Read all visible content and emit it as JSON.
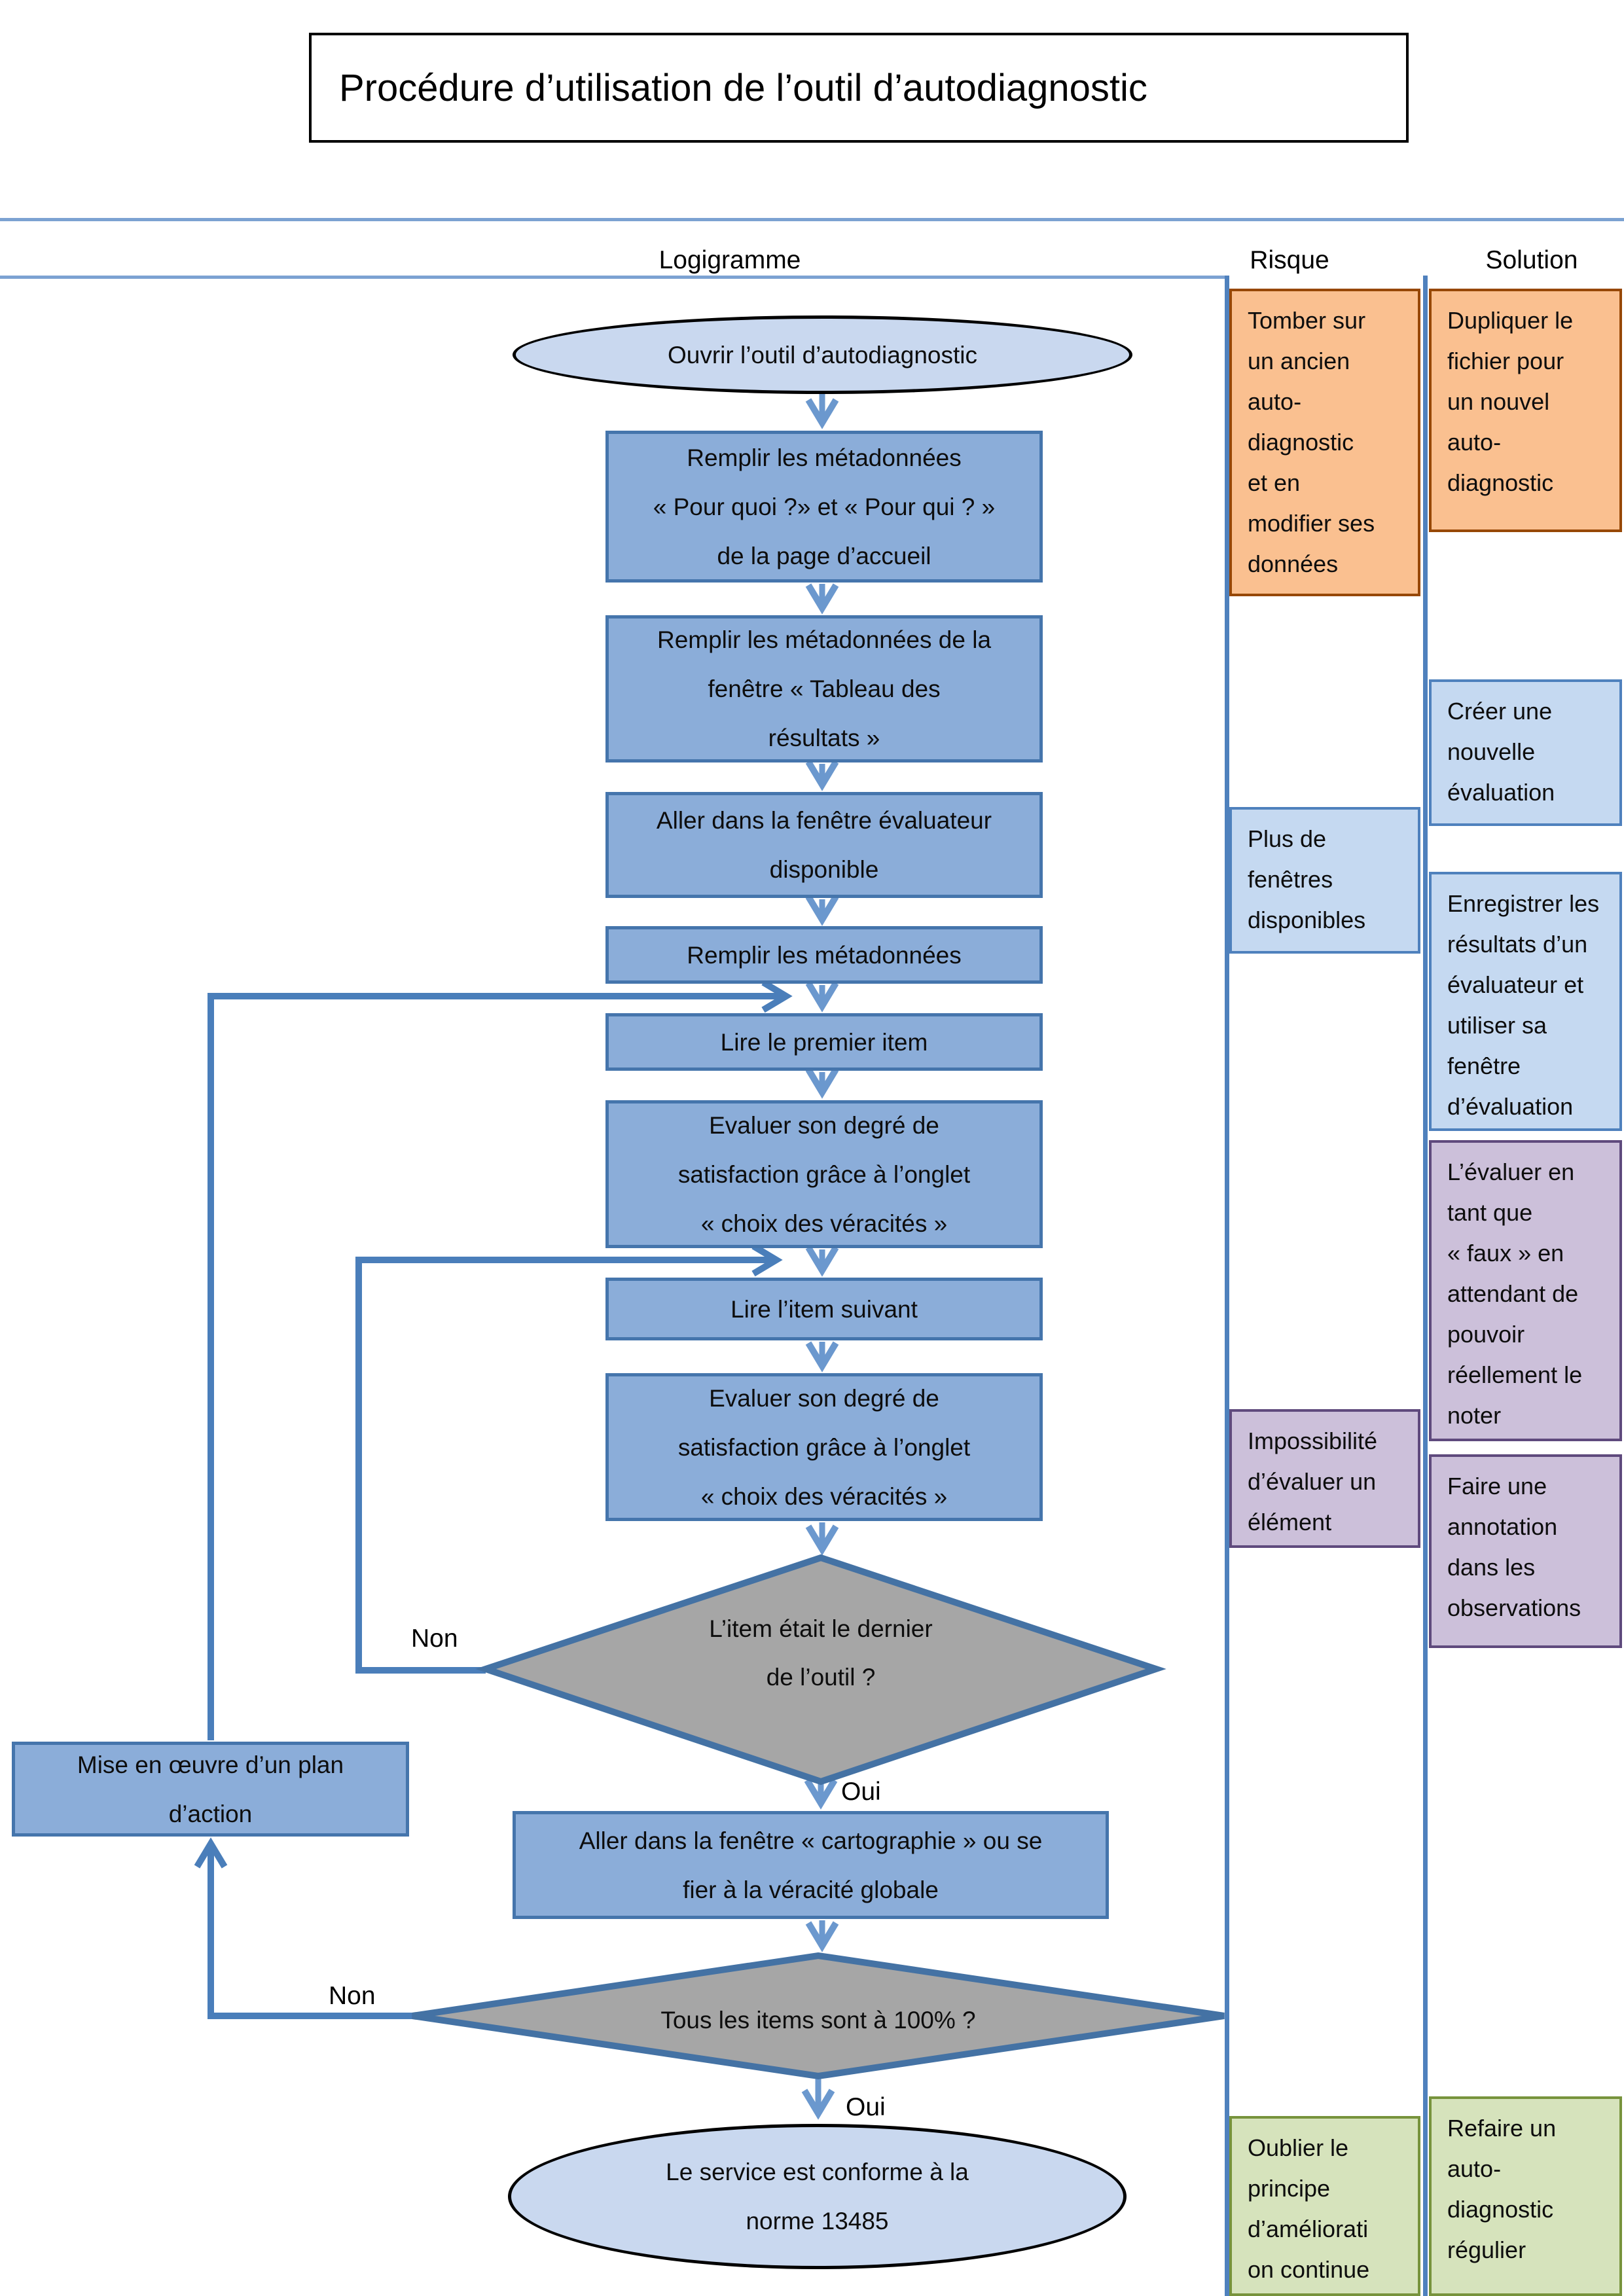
{
  "title": "Procédure d’utilisation de l’outil d’autodiagnostic",
  "columns": {
    "logigramme": "Logigramme",
    "risque": "Risque",
    "solution": "Solution"
  },
  "flow": {
    "start": "Ouvrir l’outil d’autodiagnostic",
    "steps": {
      "metadonnees_accueil": "Remplir les métadonnées\n« Pour quoi ?» et « Pour qui ? »\nde la page d’accueil",
      "metadonnees_tableau": "Remplir les métadonnées de la\nfenêtre « Tableau des\nrésultats »",
      "fenetre_evaluateur": "Aller dans la fenêtre évaluateur\ndisponible",
      "remplir_metadonnees": "Remplir les métadonnées",
      "lire_premier_item": "Lire le premier item",
      "evaluer_satisfaction_1": "Evaluer son degré de\nsatisfaction grâce à l’onglet\n« choix des véracités »",
      "lire_item_suivant": "Lire l’item suivant",
      "evaluer_satisfaction_2": "Evaluer son degré de\nsatisfaction grâce à l’onglet\n« choix des véracités »",
      "cartographie": "Aller dans la fenêtre « cartographie » ou se\nfier à la véracité globale",
      "plan_action": "Mise en œuvre d’un plan\nd’action"
    },
    "decisions": {
      "dernier_item": "L’item était le dernier\nde l’outil ?",
      "items_100": "Tous les items sont à 100% ?"
    },
    "end": "Le service est conforme à la\nnorme 13485",
    "labels": {
      "oui": "Oui",
      "non": "Non"
    }
  },
  "risques": [
    {
      "text": "Tomber sur\nun ancien\nauto-\ndiagnostic\net en\nmodifier ses\ndonnées",
      "theme": "orange"
    },
    {
      "text": "Plus de\nfenêtres\ndisponibles",
      "theme": "blue"
    },
    {
      "text": "Impossibilité\nd’évaluer un\nélément",
      "theme": "purple"
    },
    {
      "text": "Oublier le\nprincipe\nd’améliorati\non continue",
      "theme": "green"
    }
  ],
  "solutions": [
    {
      "text": "Dupliquer le\nfichier pour\nun nouvel\nauto-\ndiagnostic",
      "theme": "orange"
    },
    {
      "text": "Créer une\nnouvelle\névaluation",
      "theme": "blue"
    },
    {
      "text": "Enregistrer les\nrésultats d’un\névaluateur et\nutiliser sa\nfenêtre\nd’évaluation",
      "theme": "blue"
    },
    {
      "text": "L’évaluer en\ntant que\n« faux » en\nattendant de\npouvoir\nréellement le\nnoter",
      "theme": "purple"
    },
    {
      "text": "Faire une\nannotation\ndans les\nobservations",
      "theme": "purple"
    },
    {
      "text": "Refaire un\nauto-\ndiagnostic\nrégulier",
      "theme": "green"
    }
  ],
  "colors": {
    "process_fill": "#8badd9",
    "process_border": "#4575ac",
    "terminator_fill": "#c9d8ef",
    "decision_fill": "#a6a6a6",
    "decision_border": "#4472a4",
    "connector": "#6b98ce",
    "loop_connector": "#4a7eba",
    "orange_fill": "#fac090",
    "orange_border": "#974806",
    "blue_fill": "#c5d9f1",
    "blue_border": "#4f81bd",
    "purple_fill": "#ccc0da",
    "purple_border": "#5f4a7d",
    "green_fill": "#d6e3bc",
    "green_border": "#77933c"
  }
}
